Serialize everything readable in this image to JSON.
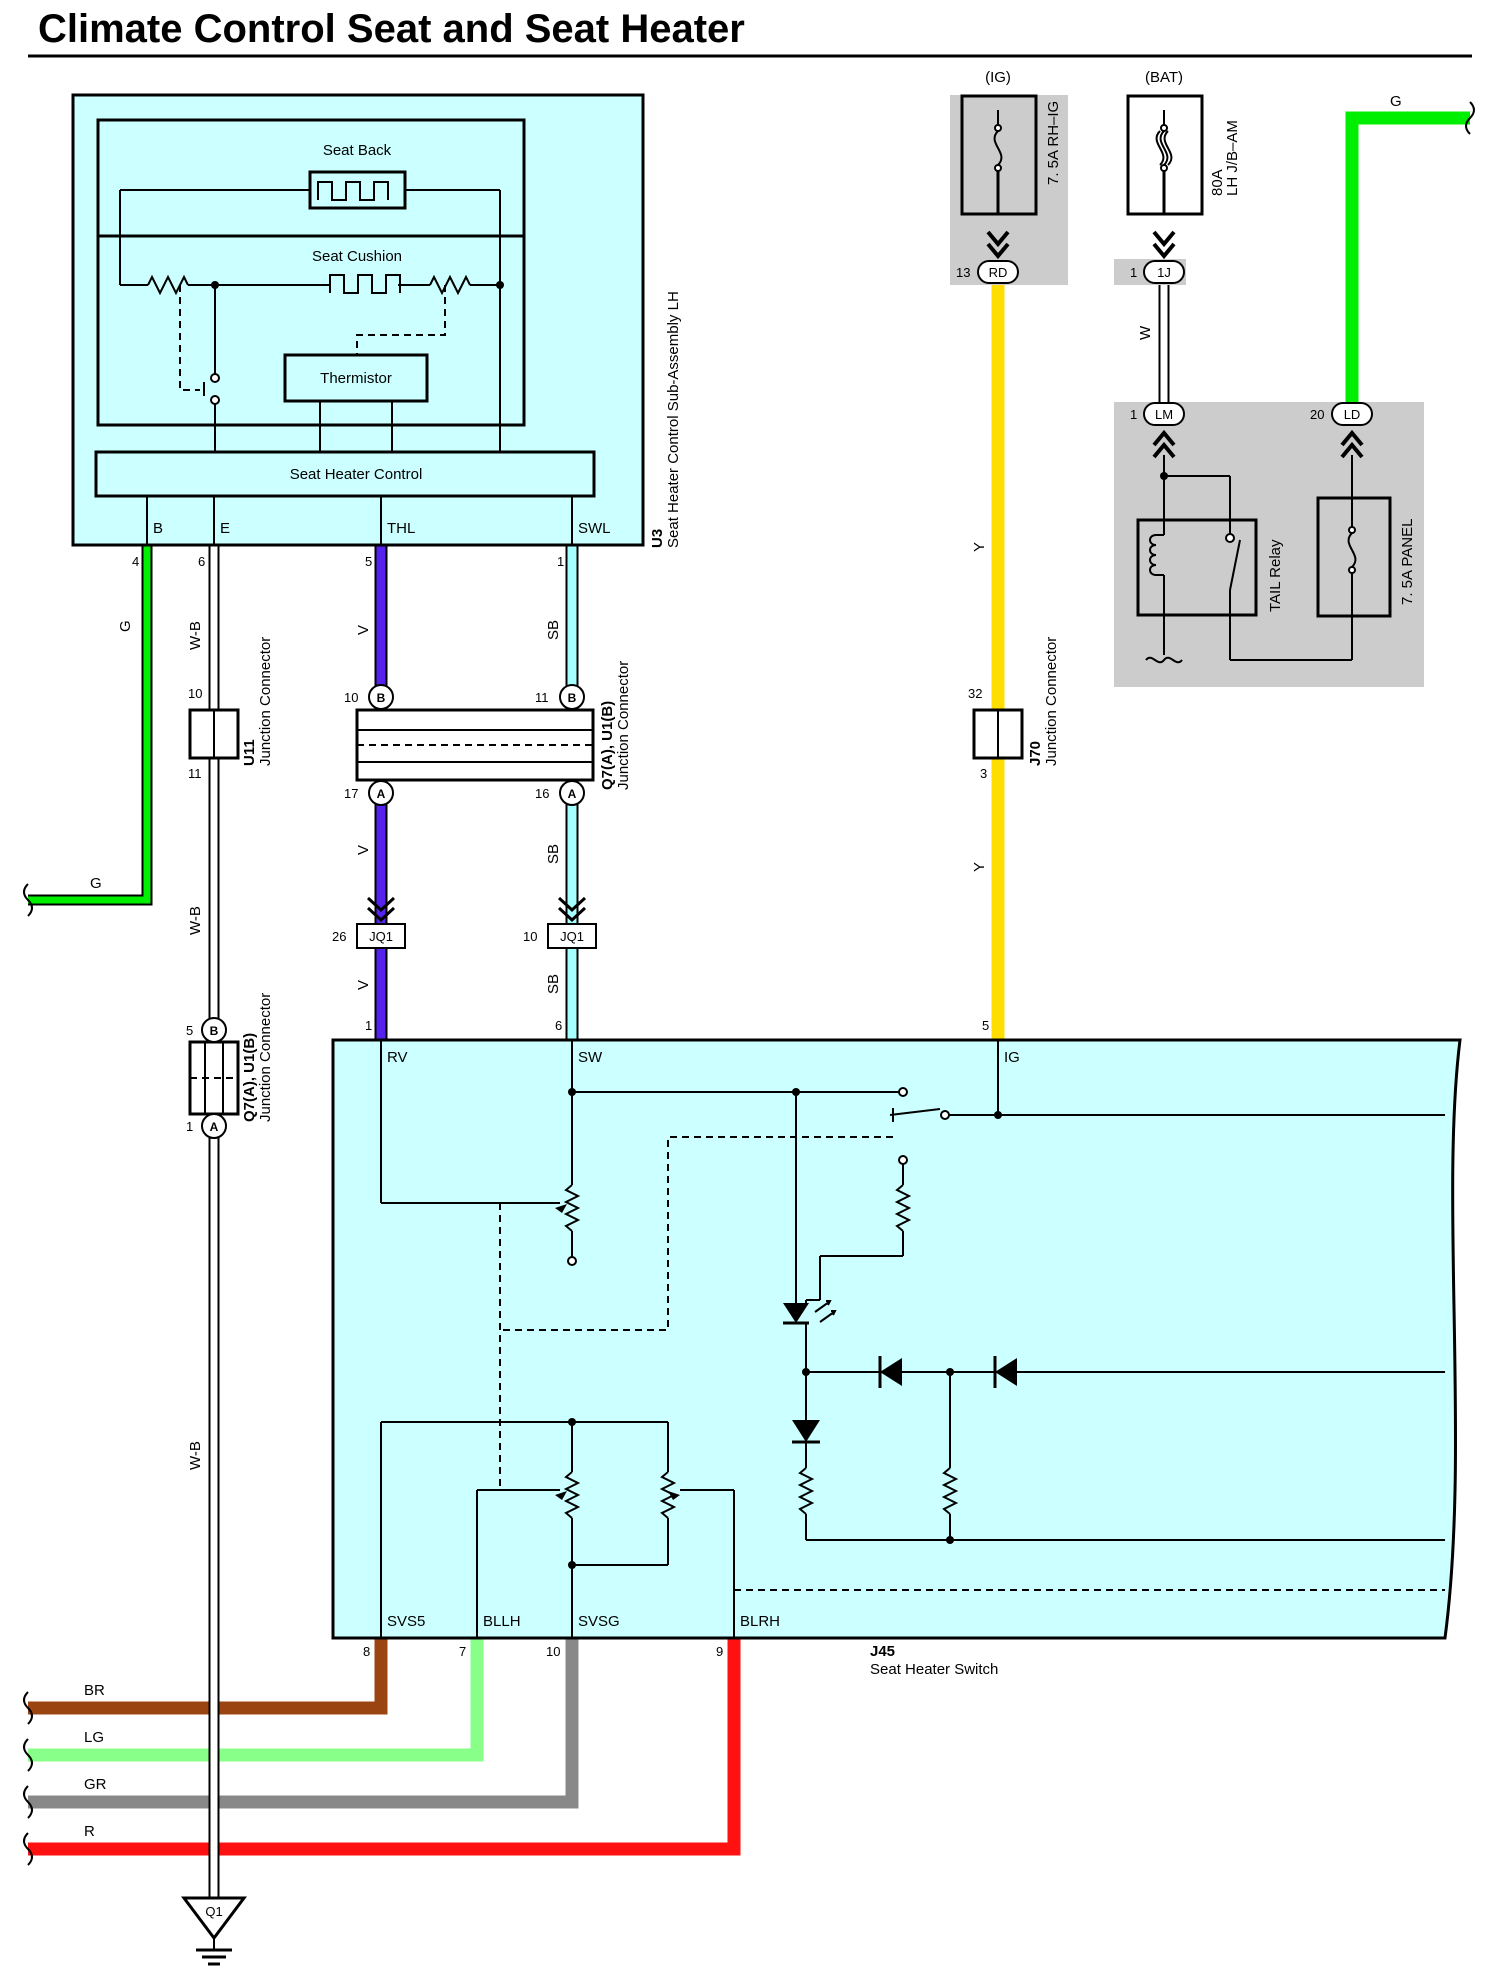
{
  "title": "Climate Control Seat and Seat Heater",
  "colors": {
    "G": "#00ee00",
    "W-B": "#ffffff",
    "V": "#5522ee",
    "SB": "#a6ffff",
    "Y": "#ffdd00",
    "W": "#ffffff",
    "BR": "#994411",
    "LG": "#88ff88",
    "GR": "#888888",
    "R": "#ff1111",
    "module_fill": "#ccffff",
    "fuse_box": "#cccccc"
  },
  "components": {
    "u3": {
      "code": "U3",
      "name": "Seat Heater Control Sub-Assembly LH"
    },
    "seat_back": "Seat Back",
    "seat_cushion": "Seat Cushion",
    "thermistor": "Thermistor",
    "seat_heater_control": "Seat Heater Control",
    "j45": {
      "code": "J45",
      "name": "Seat Heater Switch"
    },
    "u11": {
      "code": "U11",
      "name": "Junction Connector"
    },
    "q7_top": {
      "code": "Q7(A), U1(B)",
      "name": "Junction Connector"
    },
    "q7_left": {
      "code": "Q7(A), U1(B)",
      "name": "Junction Connector"
    },
    "j70": {
      "code": "J70",
      "name": "Junction Connector"
    },
    "fuse_ig": {
      "header": "(IG)",
      "name": "7. 5A RH–IG",
      "connector": "RD",
      "pin": "13"
    },
    "fuse_bat": {
      "header": "(BAT)",
      "rating": "80A",
      "name": "LH J/B–AM",
      "connector": "1J",
      "pin": "1"
    },
    "tail_relay": "TAIL Relay",
    "fuse_panel": "7. 5A PANEL",
    "conn_lm": {
      "connector": "LM",
      "pin": "1"
    },
    "conn_ld": {
      "connector": "LD",
      "pin": "20"
    },
    "jq1_left": {
      "connector": "JQ1",
      "pin": "26"
    },
    "jq1_right": {
      "connector": "JQ1",
      "pin": "10"
    },
    "ground": "Q1"
  },
  "u3_terminals": [
    "B",
    "E",
    "THL",
    "SWL"
  ],
  "u3_pins": [
    "4",
    "6",
    "5",
    "1"
  ],
  "j45_top_terminals": [
    "RV",
    "SW",
    "IG"
  ],
  "j45_top_pins": [
    "1",
    "6",
    "5"
  ],
  "j45_bottom_terminals": [
    "SVS5",
    "BLLH",
    "SVSG",
    "BLRH"
  ],
  "j45_bottom_pins": [
    "8",
    "7",
    "10",
    "9"
  ],
  "connector_pins": {
    "u11_top": "10",
    "u11_bottom": "11",
    "q7_top_b1": "10",
    "q7_top_b2": "11",
    "q7_top_a1": "17",
    "q7_top_a2": "16",
    "q7_left_b": "5",
    "q7_left_a": "1",
    "j70_top": "32",
    "j70_bottom": "3"
  },
  "connector_marks": {
    "b": "B",
    "a": "A"
  },
  "wire_labels": {
    "g": "G",
    "wb": "W-B",
    "v": "V",
    "sb": "SB",
    "y": "Y",
    "w": "W",
    "br": "BR",
    "lg": "LG",
    "gr": "GR",
    "r": "R"
  }
}
